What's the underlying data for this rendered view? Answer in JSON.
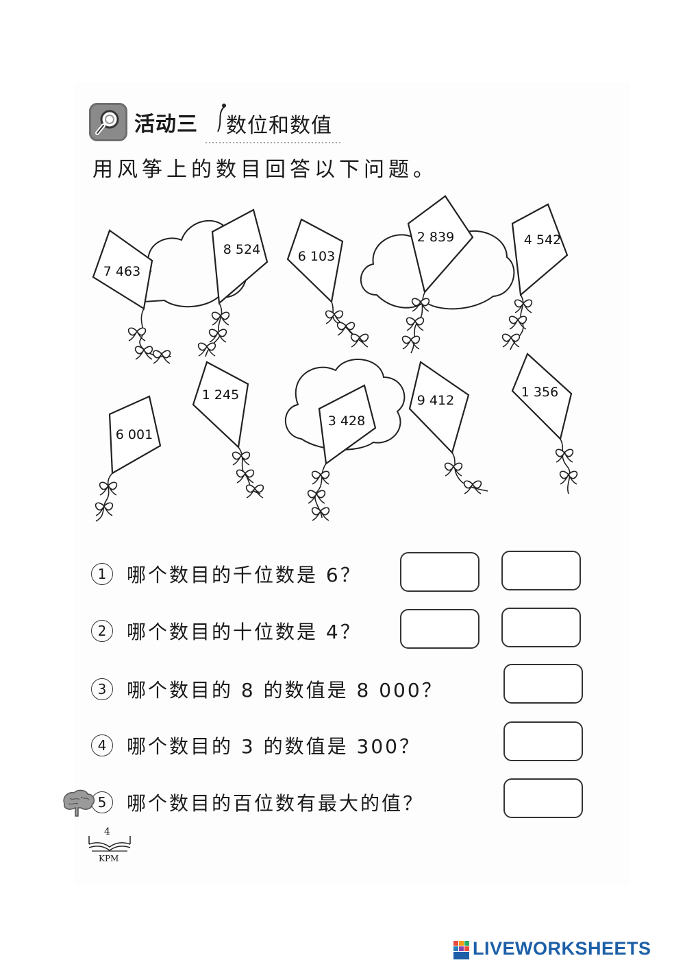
{
  "header": {
    "activity_label": "活动三",
    "activity_title": "数位和数值"
  },
  "instruction": "用风筝上的数目回答以下问题。",
  "kites": [
    {
      "number": "7 463"
    },
    {
      "number": "8 524"
    },
    {
      "number": "6 103"
    },
    {
      "number": "2 839"
    },
    {
      "number": "4 542"
    },
    {
      "number": "6 001"
    },
    {
      "number": "1 245"
    },
    {
      "number": "3 428"
    },
    {
      "number": "9 412"
    },
    {
      "number": "1 356"
    }
  ],
  "questions": [
    {
      "num": "1",
      "text": "哪个数目的千位数是 6？",
      "answer_boxes": 2
    },
    {
      "num": "2",
      "text": "哪个数目的十位数是 4？",
      "answer_boxes": 2
    },
    {
      "num": "3",
      "text": "哪个数目的 8 的数值是 8 000？",
      "answer_boxes": 1
    },
    {
      "num": "4",
      "text": "哪个数目的 3 的数值是 300？",
      "answer_boxes": 1
    },
    {
      "num": "5",
      "text": "哪个数目的百位数有最大的值？",
      "answer_boxes": 1
    }
  ],
  "footer": {
    "page_number": "4",
    "publisher": "KPM"
  },
  "watermark": {
    "text": "LIVEWORKSHEETS",
    "color": "#1c5fa8"
  }
}
